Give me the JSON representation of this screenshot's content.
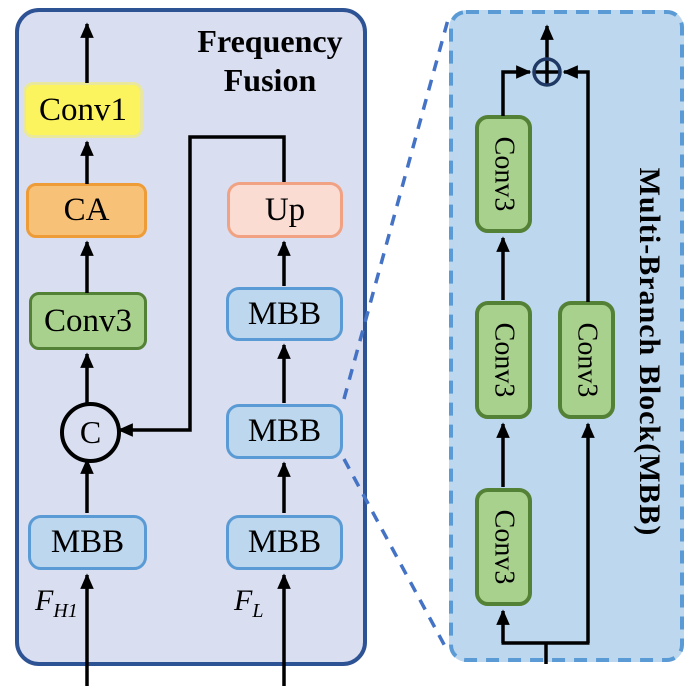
{
  "colors": {
    "panel-left-bg": "#d9def1",
    "panel-left-border": "#2e5395",
    "panel-right-bg": "#bdd7ee",
    "panel-right-border": "#5b9bd5",
    "mbb-fill": "#bdd7ee",
    "mbb-border": "#5b9bd5",
    "conv3-fill": "#a9d18e",
    "conv3-border": "#538135",
    "conv1-fill": "#fbf45e",
    "conv1-border": "#e9e89c",
    "ca-fill": "#f8c178",
    "ca-border": "#ed9c38",
    "up-fill": "#fbdcd3",
    "up-border": "#f1a283",
    "add-node": "#1f3864",
    "connector": "#4472c4",
    "line": "#000000"
  },
  "left_panel": {
    "title": {
      "line1": "Frequency",
      "line2": "Fusion"
    },
    "high_branch": {
      "input_base": "F",
      "input_sub": "H1",
      "mbb": "MBB",
      "concat": "C",
      "conv3": "Conv3",
      "ca": "CA",
      "conv1": "Conv1"
    },
    "low_branch": {
      "input_base": "F",
      "input_sub": "L",
      "mbb1": "MBB",
      "mbb2": "MBB",
      "mbb3": "MBB",
      "up": "Up"
    }
  },
  "right_panel": {
    "title": "Multi-Branch Block(MBB)",
    "main_branch": {
      "conv3_top": "Conv3",
      "conv3_mid": "Conv3",
      "conv3_bottom": "Conv3"
    },
    "side_branch": {
      "conv3": "Conv3"
    }
  }
}
